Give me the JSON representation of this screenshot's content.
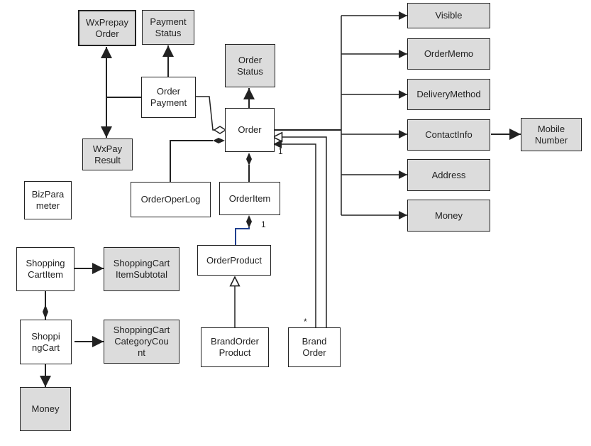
{
  "nodes": {
    "wxprepay_order": "WxPrepay\nOrder",
    "payment_status": "Payment\nStatus",
    "order_status": "Order\nStatus",
    "order_payment": "Order\nPayment",
    "order": "Order",
    "wxpay_result": "WxPay\nResult",
    "bizparameter": "BizPara\nmeter",
    "order_oper_log": "OrderOperLog",
    "order_item": "OrderItem",
    "order_product": "OrderProduct",
    "brand_order_product": "BrandOrder\nProduct",
    "brand_order": "Brand\nOrder",
    "shopping_cart_item": "Shopping\nCartItem",
    "shopping_cart_item_subtotal": "ShoppingCart\nItemSubtotal",
    "shopping_cart": "Shoppi\nngCart",
    "shopping_cart_category_count": "ShoppingCart\nCategoryCou\nnt",
    "money_cart": "Money",
    "visible": "Visible",
    "order_memo": "OrderMemo",
    "delivery_method": "DeliveryMethod",
    "contact_info": "ContactInfo",
    "mobile_number": "Mobile\nNumber",
    "address": "Address",
    "money_order": "Money"
  },
  "multiplicities": {
    "order_brand_order_end": "1",
    "order_item_product_end": "1",
    "brand_order_star": "*"
  },
  "colors": {
    "line": "#222222",
    "grey_fill": "#dcdcdc",
    "blue_link": "#1f3f8f"
  }
}
